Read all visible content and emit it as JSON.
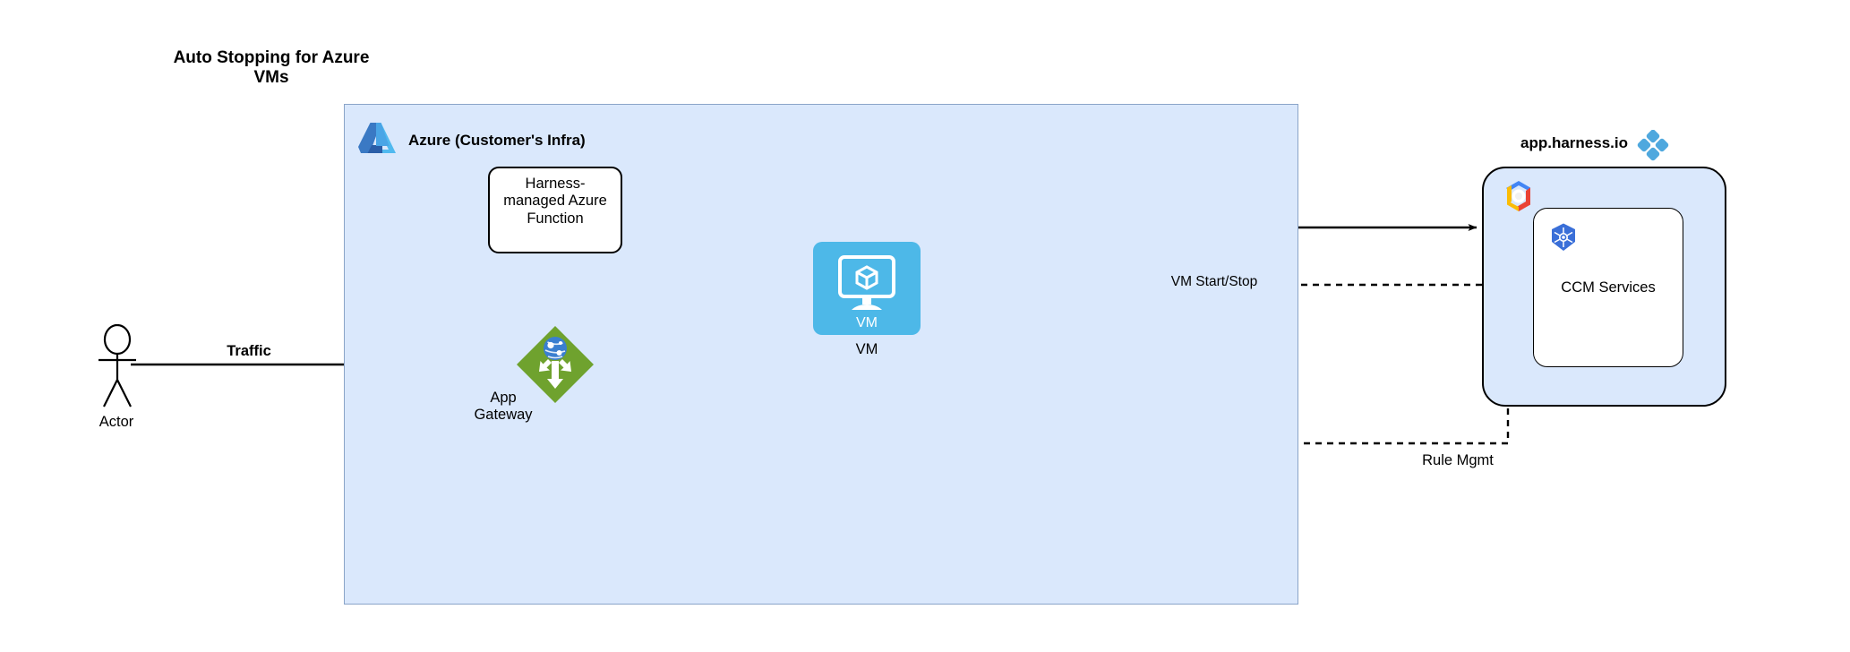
{
  "title": "Auto Stopping for Azure VMs",
  "azure": {
    "label": "Azure (Customer's Infra)",
    "logo_icon": "azure-logo-icon",
    "nodes": {
      "function": {
        "label": "Harness-\nmanaged Azure\nFunction",
        "shape": "rounded-rect"
      },
      "app_gateway": {
        "label": "App\nGateway",
        "icon": "azure-application-gateway-icon"
      },
      "vm": {
        "inner_label": "VM",
        "label": "VM",
        "icon": "azure-virtual-machine-icon"
      }
    }
  },
  "actor": {
    "label": "Actor",
    "icon": "actor-stick-figure-icon"
  },
  "harness": {
    "label": "app.harness.io",
    "logo_icon": "harness-logo-icon",
    "cloud_icon": "gcp-logo-icon",
    "service": {
      "label": "CCM Services",
      "icon": "kubernetes-logo-icon"
    }
  },
  "edges": [
    {
      "name": "actor-to-app-gateway",
      "label": "Traffic",
      "style": "solid",
      "bold_label": true
    },
    {
      "name": "app-gateway-to-function",
      "label": "",
      "style": "solid"
    },
    {
      "name": "app-gateway-to-vm",
      "label": "",
      "style": "solid"
    },
    {
      "name": "harness-to-function",
      "label": "",
      "style": "solid"
    },
    {
      "name": "harness-to-vm",
      "label": "VM Start/Stop",
      "style": "dashed"
    },
    {
      "name": "harness-to-app-gateway",
      "label": "Rule Mgmt",
      "style": "dashed"
    }
  ],
  "colors": {
    "container_fill": "#dae8fc",
    "container_stroke": "#8aa4c8",
    "vm_fill": "#4db8e8",
    "gateway_green": "#6fa22e",
    "harness_blue": "#4fa8de",
    "edge_stroke": "#000000",
    "azure_blue": "#2f6fc0"
  }
}
